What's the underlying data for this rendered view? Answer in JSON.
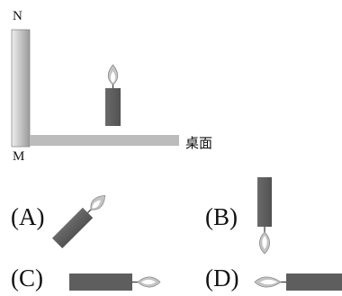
{
  "figure": {
    "top_label": "N",
    "bottom_label": "M",
    "table_label": "桌面",
    "colors": {
      "mirror": "#b4b4b4",
      "table": "#bcbcbc",
      "candle": "#5e5e5e",
      "flame_outer": "#c4c4c4",
      "flame_inner": "#ffffff"
    }
  },
  "options": [
    {
      "letter": "(A)",
      "orientation": "tilted up-right"
    },
    {
      "letter": "(B)",
      "orientation": "vertical, flame pointing down"
    },
    {
      "letter": "(C)",
      "orientation": "horizontal, flame pointing right"
    },
    {
      "letter": "(D)",
      "orientation": "horizontal, flame pointing left"
    }
  ]
}
